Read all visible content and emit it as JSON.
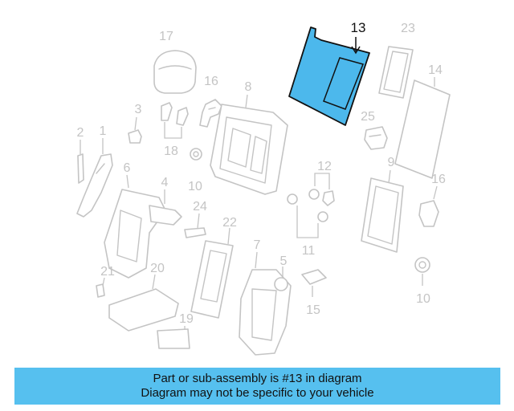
{
  "diagram": {
    "highlighted_part": "13",
    "highlight_color": "#4cb8ec",
    "labels": {
      "p1": "1",
      "p2": "2",
      "p3": "3",
      "p4": "4",
      "p5": "5",
      "p6": "6",
      "p7": "7",
      "p8": "8",
      "p9": "9",
      "p10a": "10",
      "p10b": "10",
      "p11": "11",
      "p12": "12",
      "p13": "13",
      "p14": "14",
      "p15": "15",
      "p16a": "16",
      "p16b": "16",
      "p17": "17",
      "p18": "18",
      "p19": "19",
      "p20": "20",
      "p21": "21",
      "p22": "22",
      "p23": "23",
      "p24": "24",
      "p25": "25"
    }
  },
  "banner": {
    "line1": "Part or sub-assembly is #13 in diagram",
    "line2": "Diagram may not be specific to your vehicle",
    "color": "#56c0ef"
  }
}
